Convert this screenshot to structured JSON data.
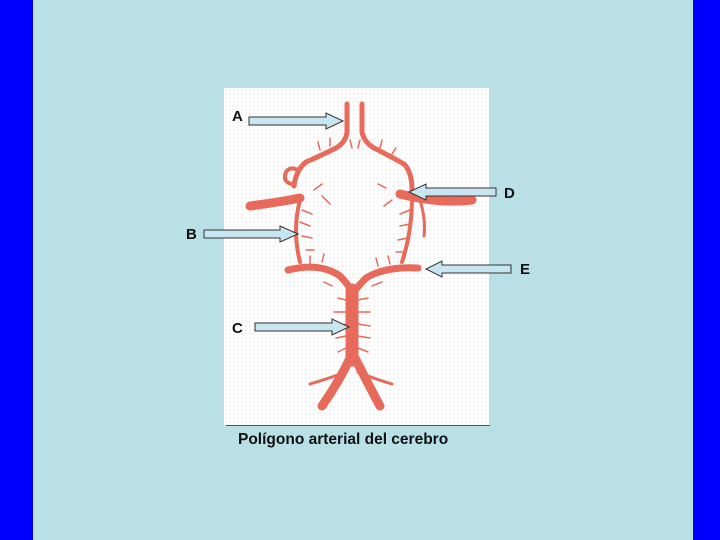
{
  "caption": "Polígono arterial del cerebro",
  "labels": {
    "A": "A",
    "B": "B",
    "C": "C",
    "D": "D",
    "E": "E"
  },
  "colors": {
    "frame": "#0000ff",
    "slide": "#b9e0e4",
    "artery": "#e86a5a",
    "arrow_fill": "#c8e6f2"
  }
}
